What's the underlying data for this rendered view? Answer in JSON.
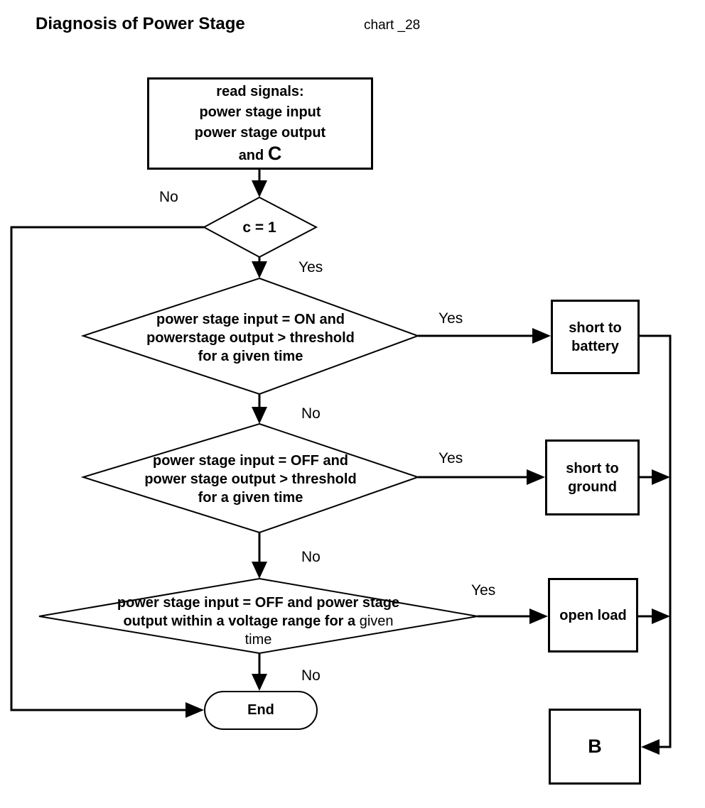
{
  "header": {
    "title": "Diagnosis of Power Stage",
    "chart_label": "chart _28"
  },
  "nodes": {
    "read_signals": {
      "lines": [
        "read signals:",
        "power stage input",
        "power stage output"
      ],
      "and_label": "and",
      "signal_var": "C"
    },
    "check_c": {
      "label": "c = 1"
    },
    "check_short_to_battery": {
      "lines": [
        "power stage input = ON and",
        "powerstage output > threshold",
        "for a given time"
      ]
    },
    "check_short_to_ground": {
      "lines": [
        "power stage input = OFF and",
        "power stage output > threshold",
        "for a given time"
      ]
    },
    "check_open_load": {
      "line1": "power stage input = OFF and power stage",
      "line2_bold": "output within a voltage range for a",
      "line2_regular": "given",
      "line3": "time"
    },
    "short_to_battery": {
      "lines": [
        "short to",
        "battery"
      ]
    },
    "short_to_ground": {
      "lines": [
        "short to",
        "ground"
      ]
    },
    "open_load": {
      "label": "open load"
    },
    "end": {
      "label": "End"
    },
    "connector_b": {
      "label": "B"
    }
  },
  "edge_labels": {
    "c_no": "No",
    "c_yes": "Yes",
    "battery_yes": "Yes",
    "battery_no": "No",
    "ground_yes": "Yes",
    "ground_no": "No",
    "open_yes": "Yes",
    "open_no": "No"
  },
  "colors": {
    "line": "#000000",
    "background": "#ffffff",
    "text": "#000000"
  }
}
